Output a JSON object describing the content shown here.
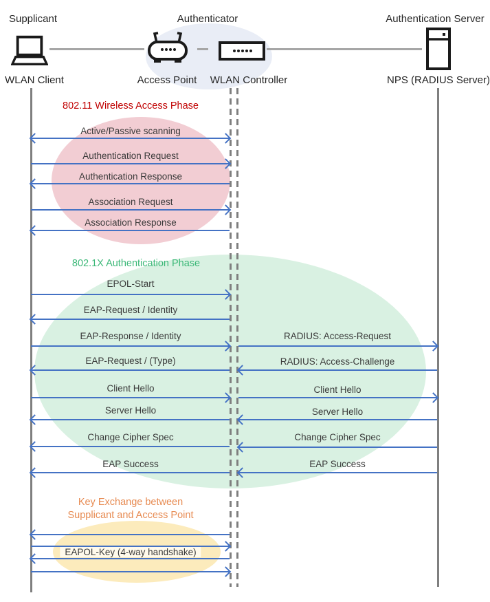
{
  "header": {
    "roles": [
      {
        "label": "Supplicant"
      },
      {
        "label": "Authenticator"
      },
      {
        "label": "Authentication Server"
      }
    ],
    "devices": [
      {
        "label": "WLAN Client",
        "icon": "laptop-icon"
      },
      {
        "label": "Access Point",
        "icon": "access-point-icon"
      },
      {
        "label": "WLAN Controller",
        "icon": "wlan-controller-icon"
      },
      {
        "label": "NPS (RADIUS Server)",
        "icon": "server-icon"
      }
    ]
  },
  "colors": {
    "arrow": "#4472C4",
    "lifeline": "#7F7F7F",
    "connector": "#A6A6A6",
    "phase1_title": "#C00000",
    "phase1_fill": "#F2CDD3",
    "phase2_title": "#3CB878",
    "phase2_fill": "#D9F1E2",
    "phase3_title": "#E78B52",
    "phase3_fill": "#FCEBBC",
    "authenticator_fill": "#E9EDF6"
  },
  "phases": [
    {
      "title": "802.11 Wireless Access Phase",
      "messages": [
        {
          "label": "Active/Passive scanning",
          "direction": "both"
        },
        {
          "label": "Authentication Request",
          "direction": "right"
        },
        {
          "label": "Authentication Response",
          "direction": "left"
        },
        {
          "label": "Association Request",
          "direction": "right"
        },
        {
          "label": "Association Response",
          "direction": "left"
        }
      ]
    },
    {
      "title": "802.1X Authentication Phase",
      "messages": [
        {
          "left_label": "EPOL-Start",
          "direction": "right"
        },
        {
          "left_label": "EAP-Request / Identity",
          "direction": "left"
        },
        {
          "left_label": "EAP-Response / Identity",
          "right_label": "RADIUS: Access-Request",
          "direction": "right"
        },
        {
          "left_label": "EAP-Request / (Type)",
          "right_label": "RADIUS: Access-Challenge",
          "direction": "left"
        },
        {
          "left_label": "Client Hello",
          "right_label": "Client Hello",
          "direction": "right"
        },
        {
          "left_label": "Server Hello",
          "right_label": "Server Hello",
          "direction": "left"
        },
        {
          "left_label": "Change Cipher Spec",
          "right_label": "Change Cipher Spec",
          "direction": "left"
        },
        {
          "left_label": "EAP Success",
          "right_label": "EAP Success",
          "direction": "left"
        }
      ]
    },
    {
      "title_line1": "Key Exchange between",
      "title_line2": "Supplicant and Access Point",
      "label": "EAPOL-Key (4-way handshake)",
      "messages": [
        {
          "direction": "left"
        },
        {
          "direction": "right"
        },
        {
          "direction": "left"
        },
        {
          "direction": "right"
        }
      ]
    }
  ]
}
